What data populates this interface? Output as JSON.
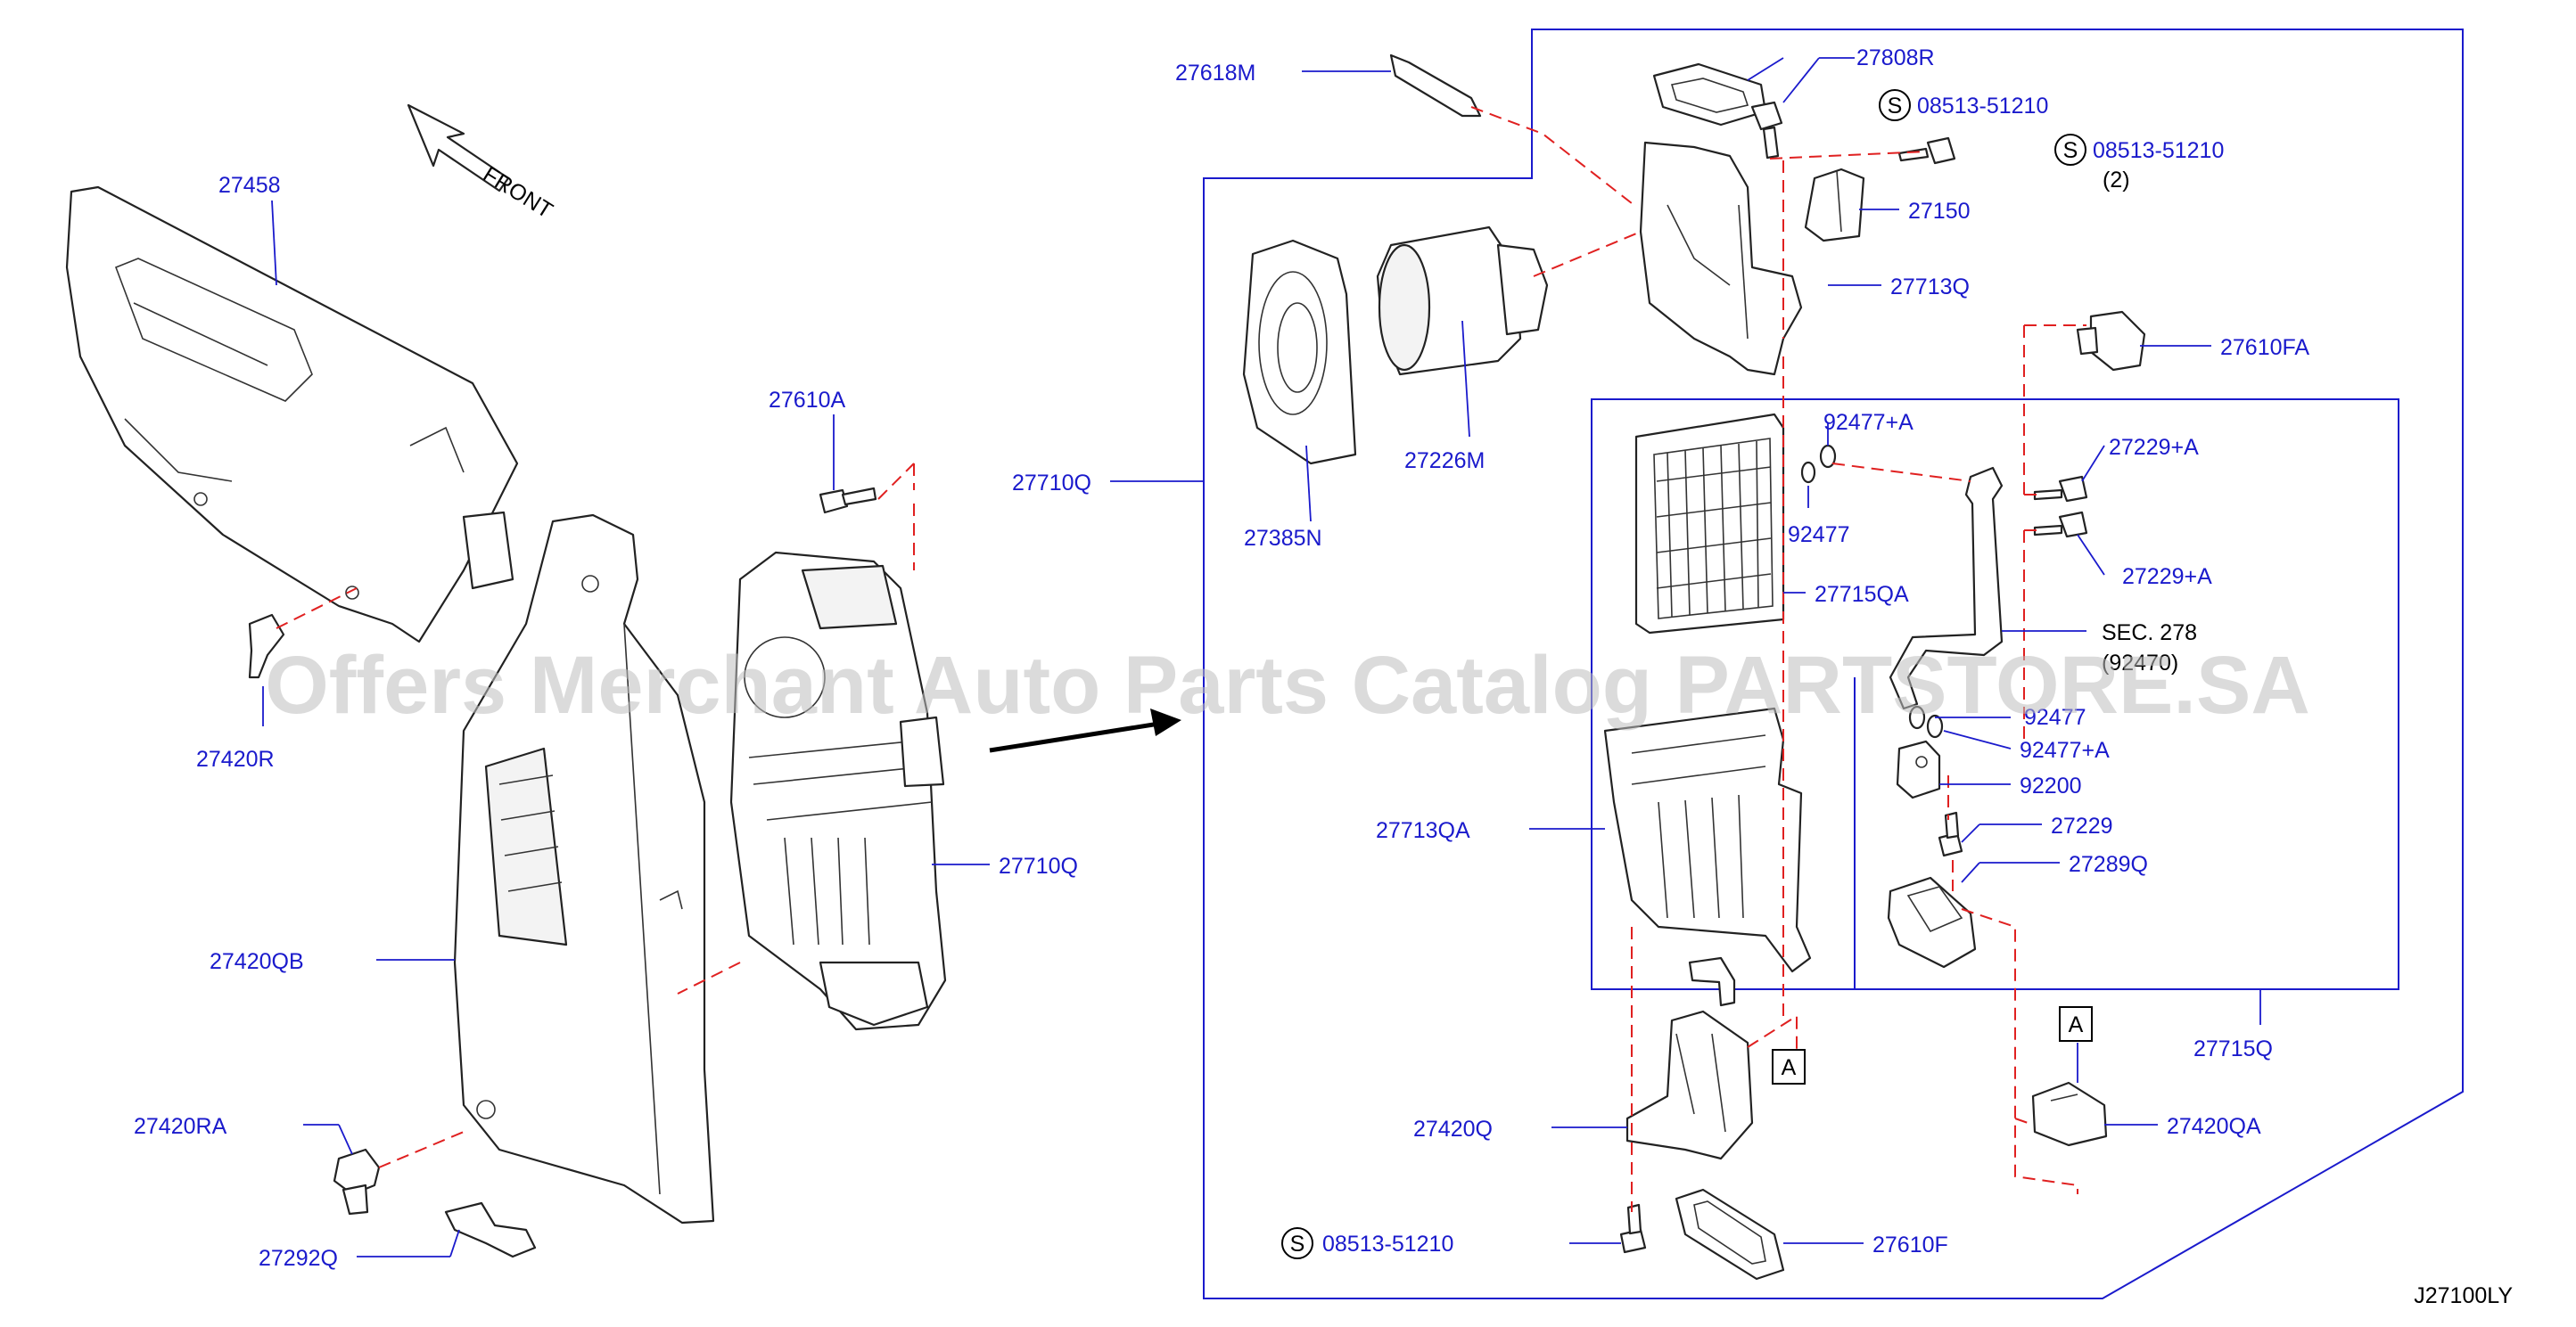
{
  "diagram_code": "J27100LY",
  "front_label": "FRONT",
  "watermark": "Offers Merchant Auto Parts Catalog PARTSTORE.SA",
  "parts": [
    {
      "id": "p27458",
      "text": "27458"
    },
    {
      "id": "p27420R",
      "text": "27420R"
    },
    {
      "id": "p27420QB",
      "text": "27420QB"
    },
    {
      "id": "p27420RA",
      "text": "27420RA"
    },
    {
      "id": "p27292Q",
      "text": "27292Q"
    },
    {
      "id": "p27610A",
      "text": "27610A"
    },
    {
      "id": "p27710Q_a",
      "text": "27710Q"
    },
    {
      "id": "p27710Q_b",
      "text": "27710Q"
    },
    {
      "id": "p27618M",
      "text": "27618M"
    },
    {
      "id": "p27808R",
      "text": "27808R"
    },
    {
      "id": "p08513_a",
      "text": "08513-51210"
    },
    {
      "id": "p08513_b",
      "text": "08513-51210"
    },
    {
      "id": "p08513_b_qty",
      "text": "(2)"
    },
    {
      "id": "p27150",
      "text": "27150"
    },
    {
      "id": "p27713Q",
      "text": "27713Q"
    },
    {
      "id": "p27610FA",
      "text": "27610FA"
    },
    {
      "id": "p27226M",
      "text": "27226M"
    },
    {
      "id": "p27385N",
      "text": "27385N"
    },
    {
      "id": "p92477A_a",
      "text": "92477+A"
    },
    {
      "id": "p92477_a",
      "text": "92477"
    },
    {
      "id": "p27229A_a",
      "text": "27229+A"
    },
    {
      "id": "p27229A_b",
      "text": "27229+A"
    },
    {
      "id": "p27715QA",
      "text": "27715QA"
    },
    {
      "id": "pSEC",
      "text": "SEC. 278"
    },
    {
      "id": "pSEC2",
      "text": "(92470)"
    },
    {
      "id": "p92477_b",
      "text": "92477"
    },
    {
      "id": "p92477A_b",
      "text": "92477+A"
    },
    {
      "id": "p92200",
      "text": "92200"
    },
    {
      "id": "p27229",
      "text": "27229"
    },
    {
      "id": "p27289Q",
      "text": "27289Q"
    },
    {
      "id": "p27713QA",
      "text": "27713QA"
    },
    {
      "id": "p27715Q",
      "text": "27715Q"
    },
    {
      "id": "p27420Q",
      "text": "27420Q"
    },
    {
      "id": "p27420QA",
      "text": "27420QA"
    },
    {
      "id": "p08513_c",
      "text": "08513-51210"
    },
    {
      "id": "p27610F",
      "text": "27610F"
    }
  ],
  "symbols": {
    "screw_mark": "S",
    "ref_a": "A"
  }
}
